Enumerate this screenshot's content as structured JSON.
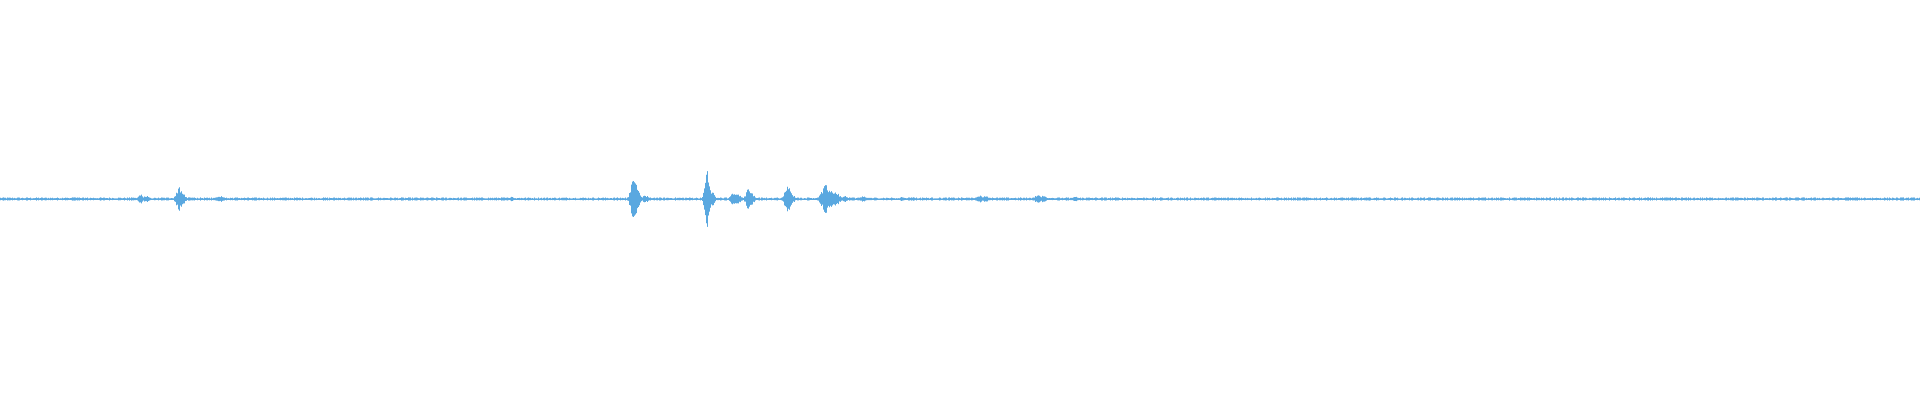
{
  "waveform": {
    "color": "#5aa8e0",
    "background": "#ffffff",
    "baseline_amplitude": 0.004,
    "bursts": [
      {
        "t": 0.038,
        "amp": 0.006,
        "width": 0.002
      },
      {
        "t": 0.04,
        "amp": 0.005,
        "width": 0.002
      },
      {
        "t": 0.073,
        "amp": 0.012,
        "width": 0.002
      },
      {
        "t": 0.076,
        "amp": 0.008,
        "width": 0.002
      },
      {
        "t": 0.093,
        "amp": 0.03,
        "width": 0.002
      },
      {
        "t": 0.095,
        "amp": 0.015,
        "width": 0.002
      },
      {
        "t": 0.113,
        "amp": 0.008,
        "width": 0.002
      },
      {
        "t": 0.115,
        "amp": 0.008,
        "width": 0.002
      },
      {
        "t": 0.266,
        "amp": 0.006,
        "width": 0.002
      },
      {
        "t": 0.33,
        "amp": 0.065,
        "width": 0.002
      },
      {
        "t": 0.331,
        "amp": 0.045,
        "width": 0.002
      },
      {
        "t": 0.336,
        "amp": 0.01,
        "width": 0.002
      },
      {
        "t": 0.368,
        "amp": 0.08,
        "width": 0.0015
      },
      {
        "t": 0.37,
        "amp": 0.025,
        "width": 0.002
      },
      {
        "t": 0.382,
        "amp": 0.018,
        "width": 0.002
      },
      {
        "t": 0.384,
        "amp": 0.015,
        "width": 0.002
      },
      {
        "t": 0.39,
        "amp": 0.03,
        "width": 0.002
      },
      {
        "t": 0.392,
        "amp": 0.01,
        "width": 0.002
      },
      {
        "t": 0.41,
        "amp": 0.035,
        "width": 0.002
      },
      {
        "t": 0.412,
        "amp": 0.015,
        "width": 0.002
      },
      {
        "t": 0.43,
        "amp": 0.035,
        "width": 0.003
      },
      {
        "t": 0.433,
        "amp": 0.025,
        "width": 0.003
      },
      {
        "t": 0.436,
        "amp": 0.015,
        "width": 0.002
      },
      {
        "t": 0.44,
        "amp": 0.008,
        "width": 0.002
      },
      {
        "t": 0.449,
        "amp": 0.008,
        "width": 0.002
      },
      {
        "t": 0.47,
        "amp": 0.006,
        "width": 0.002
      },
      {
        "t": 0.475,
        "amp": 0.005,
        "width": 0.002
      },
      {
        "t": 0.51,
        "amp": 0.01,
        "width": 0.002
      },
      {
        "t": 0.513,
        "amp": 0.01,
        "width": 0.002
      },
      {
        "t": 0.54,
        "amp": 0.012,
        "width": 0.002
      },
      {
        "t": 0.543,
        "amp": 0.01,
        "width": 0.002
      },
      {
        "t": 0.56,
        "amp": 0.006,
        "width": 0.002
      },
      {
        "t": 0.77,
        "amp": 0.004,
        "width": 0.002
      },
      {
        "t": 0.962,
        "amp": 0.005,
        "width": 0.002
      }
    ]
  }
}
